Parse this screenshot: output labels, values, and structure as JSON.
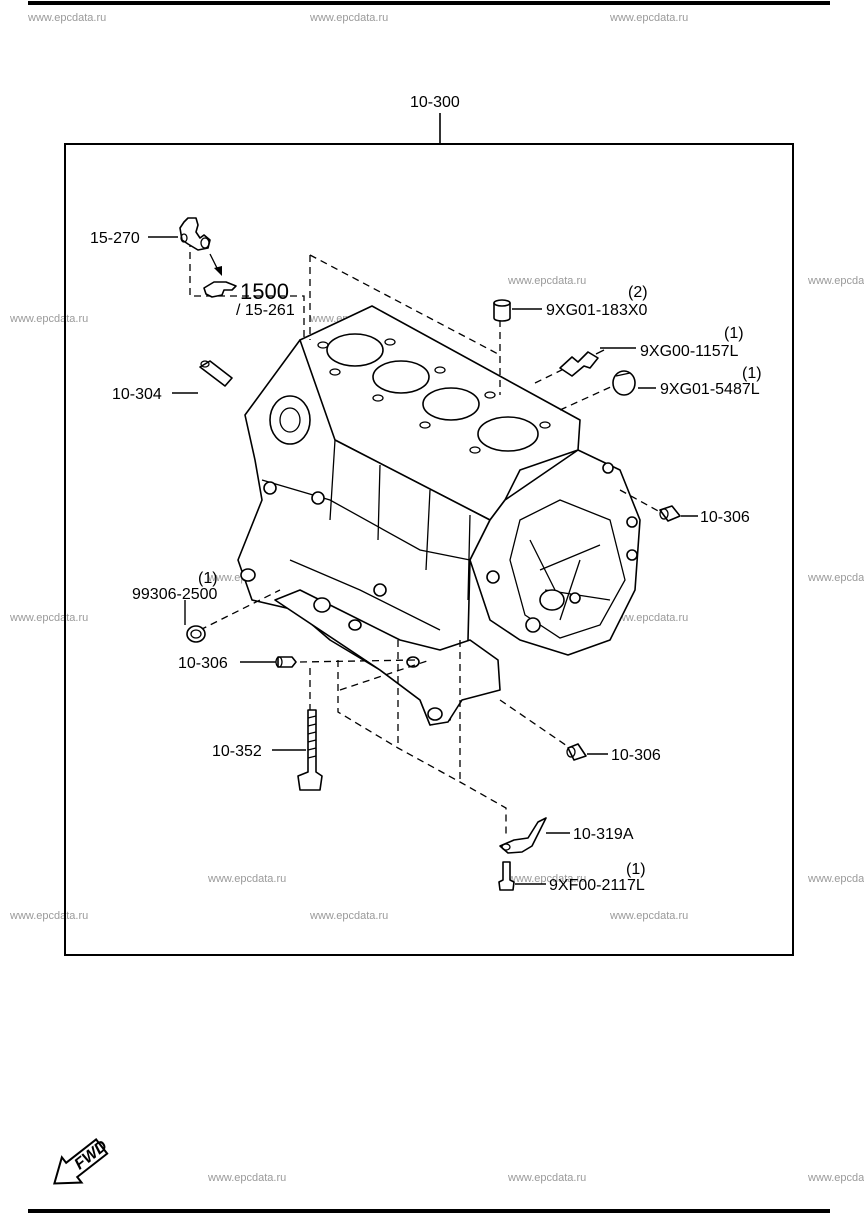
{
  "watermark": "www.epcdata.ru",
  "assembly": {
    "number": "10-300"
  },
  "parts": [
    {
      "id": "15-270",
      "qty": ""
    },
    {
      "id": "10-304",
      "qty": ""
    },
    {
      "id": "9XG01-183X0",
      "qty": "(2)"
    },
    {
      "id": "9XG00-1157L",
      "qty": "(1)"
    },
    {
      "id": "9XG01-5487L",
      "qty": "(1)"
    },
    {
      "id": "10-306",
      "qty": ""
    },
    {
      "id": "99306-2500",
      "qty": "(1)"
    },
    {
      "id": "10-306",
      "qty": ""
    },
    {
      "id": "10-352",
      "qty": ""
    },
    {
      "id": "10-306",
      "qty": ""
    },
    {
      "id": "10-319A",
      "qty": ""
    },
    {
      "id": "9XF00-2117L",
      "qty": "(1)"
    }
  ],
  "reference": {
    "group": "1500",
    "part": "/ 15-261"
  },
  "fwd_label": "FWD"
}
